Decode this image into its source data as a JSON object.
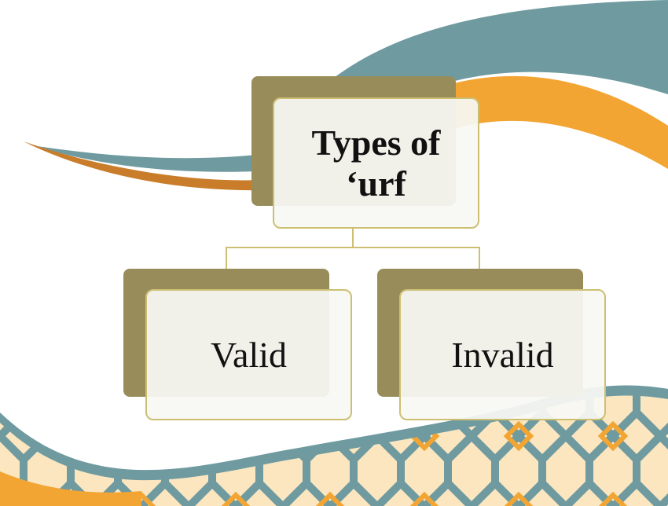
{
  "diagram": {
    "root": {
      "label_line1": "Types of",
      "label_line2": "‘urf"
    },
    "children": [
      {
        "label": "Valid"
      },
      {
        "label": "Invalid"
      }
    ]
  },
  "colors": {
    "teal": "#6e9aa0",
    "orange": "#f2a532",
    "node_shadow": "#978c5a",
    "node_border": "#cdbf72",
    "node_fill": "#f7f7f4",
    "pattern_bg": "#fbe6c0"
  }
}
